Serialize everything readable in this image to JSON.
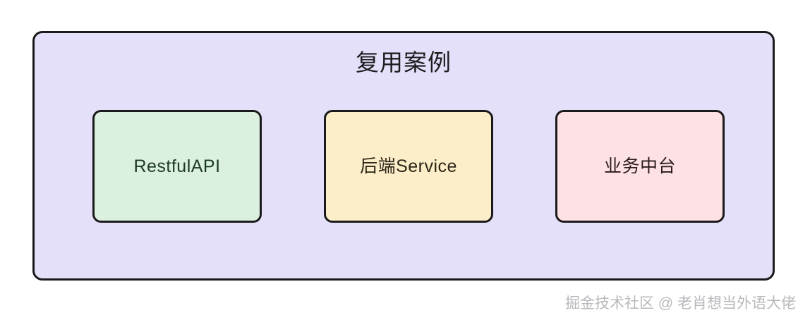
{
  "diagram": {
    "type": "grouped-box-diagram",
    "group": {
      "title": "复用案例",
      "fill_color": "#e4e0f9",
      "border_color": "#1a1a1a"
    },
    "nodes": [
      {
        "label": "RestfulAPI",
        "fill_color": "#dbf0df",
        "border_color": "#1a1a1a",
        "variant": "green"
      },
      {
        "label": "后端Service",
        "fill_color": "#fdeeca",
        "border_color": "#1a1a1a",
        "variant": "yellow"
      },
      {
        "label": "业务中台",
        "fill_color": "#fde1e4",
        "border_color": "#1a1a1a",
        "variant": "pink"
      }
    ]
  },
  "watermark": {
    "text": "掘金技术社区 @ 老肖想当外语大佬",
    "color": "#b9b9bd"
  }
}
